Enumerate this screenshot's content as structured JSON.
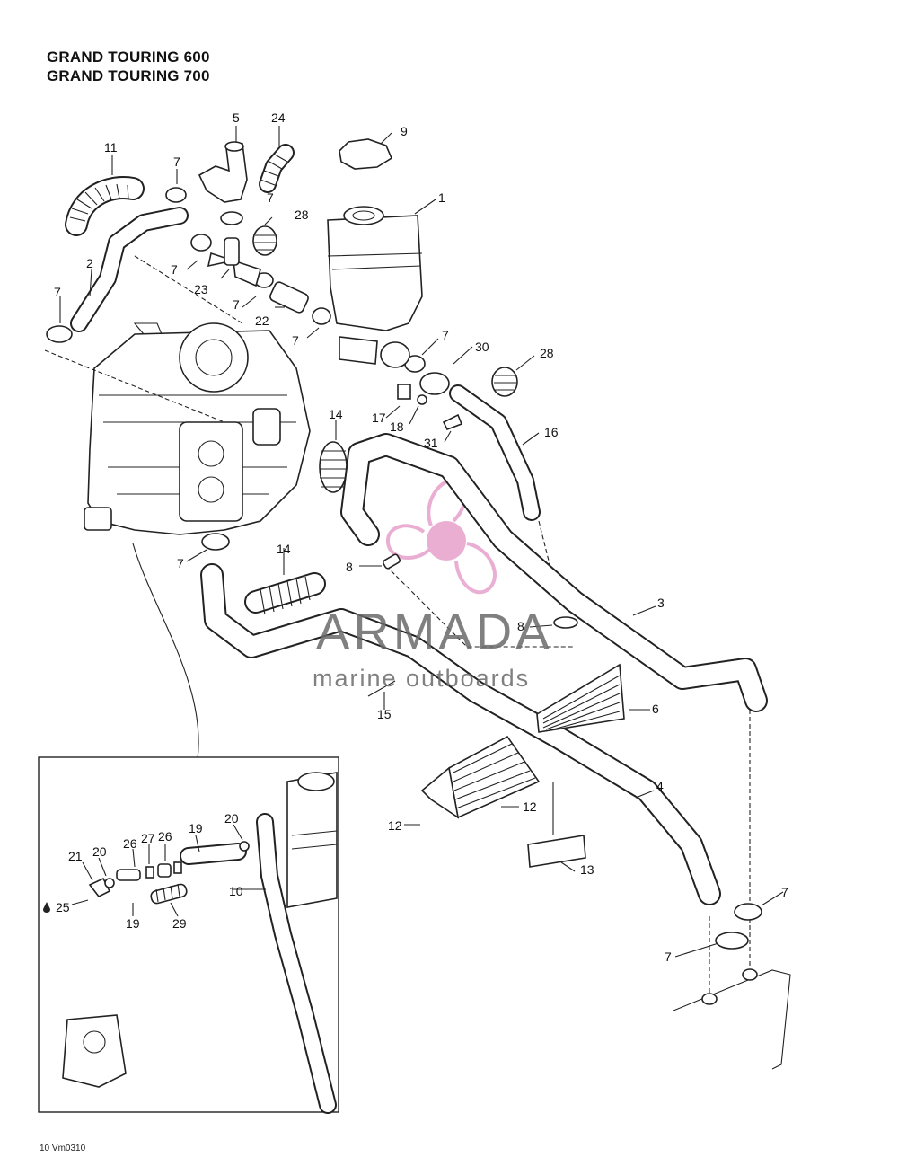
{
  "titles": [
    "GRAND TOURING 600",
    "GRAND TOURING 700"
  ],
  "callouts": {
    "c1": "1",
    "c2": "2",
    "c3": "3",
    "c4": "4",
    "c5": "5",
    "c6": "6",
    "c7": "7",
    "c8": "8",
    "c9": "9",
    "c10": "10",
    "c11": "11",
    "c12": "12",
    "c13": "13",
    "c14": "14",
    "c15": "15",
    "c16": "16",
    "c17": "17",
    "c18": "18",
    "c19": "19",
    "c20": "20",
    "c21": "21",
    "c22": "22",
    "c23": "23",
    "c24": "24",
    "c25": "25",
    "c26": "26",
    "c27": "27",
    "c28": "28",
    "c29": "29",
    "c30": "30",
    "c31": "31"
  },
  "watermark": {
    "brand": "ARMADA",
    "tagline": "marine outboards",
    "logo_color": "#e8a6cf"
  },
  "drawing_code": "10 Vm0310"
}
